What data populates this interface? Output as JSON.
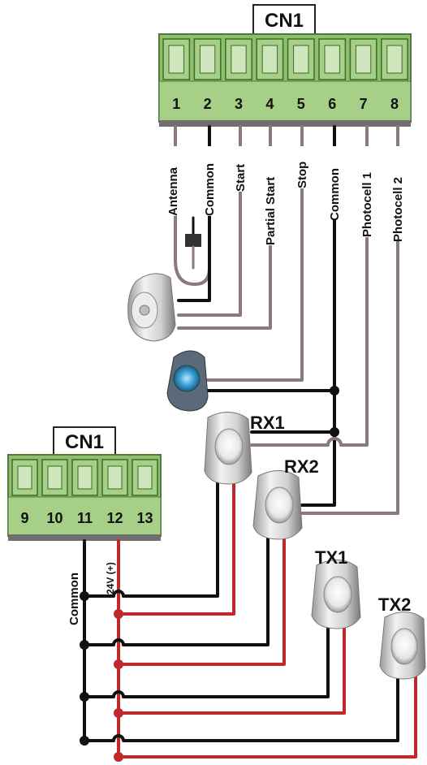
{
  "terminal_block_top": {
    "title": "CN1",
    "terminals": [
      "1",
      "2",
      "3",
      "4",
      "5",
      "6",
      "7",
      "8"
    ]
  },
  "terminal_block_bottom": {
    "title": "CN1",
    "terminals": [
      "9",
      "10",
      "11",
      "12",
      "13"
    ]
  },
  "wire_labels": {
    "t1": "Antenna",
    "t2": "Common",
    "t3": "Start",
    "t4": "Partial Start",
    "t5": "Stop",
    "t6": "Common",
    "t7": "Photocell 1",
    "t8": "Photocell 2",
    "t11": "Common",
    "t12": "24V (+)"
  },
  "devices": {
    "rx1": "RX1",
    "rx2": "RX2",
    "tx1": "TX1",
    "tx2": "TX2"
  },
  "colors": {
    "black_wire": "#111111",
    "red_wire": "#c0282a",
    "grey_wire": "#8a7a78",
    "terminal_green": "#8fbf6e",
    "terminal_green_dark": "#5f8f45"
  }
}
